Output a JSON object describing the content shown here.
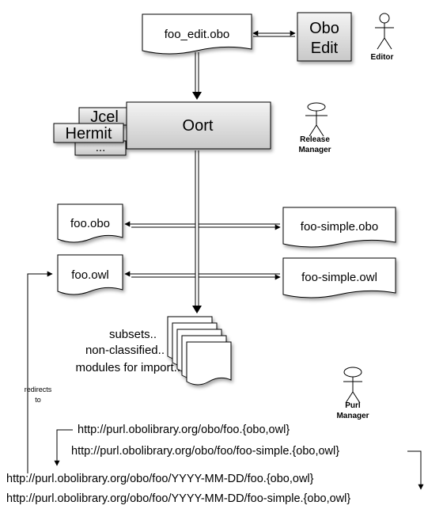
{
  "diagram": {
    "documents": {
      "foo_edit": "foo_edit.obo",
      "foo_obo": "foo.obo",
      "foo_simple_obo": "foo-simple.obo",
      "foo_owl": "foo.owl",
      "foo_simple_owl": "foo-simple.owl"
    },
    "boxes": {
      "oboedit_line1": "Obo",
      "oboedit_line2": "Edit",
      "oort": "Oort",
      "jcel": "Jcel",
      "hermit": "Hermit",
      "more": "..."
    },
    "actors": {
      "editor": "Editor",
      "release_manager_line1": "Release",
      "release_manager_line2": "Manager",
      "purl_manager_line1": "Purl",
      "purl_manager_line2": "Manager"
    },
    "outputs": {
      "line1": "subsets..",
      "line2": "non-classified..",
      "line3": "modules for import.."
    },
    "redirect": {
      "line1": "redirects",
      "line2": "to"
    },
    "urls": {
      "purl_foo": "http://purl.obolibrary.org/obo/foo.{obo,owl}",
      "purl_foo_simple": "http://purl.obolibrary.org/obo/foo/foo-simple.{obo,owl}",
      "dated_foo": "http://purl.obolibrary.org/obo/foo/YYYY-MM-DD/foo.{obo,owl}",
      "dated_foo_simple": "http://purl.obolibrary.org/obo/foo/YYYY-MM-DD/foo-simple.{obo,owl}"
    }
  }
}
